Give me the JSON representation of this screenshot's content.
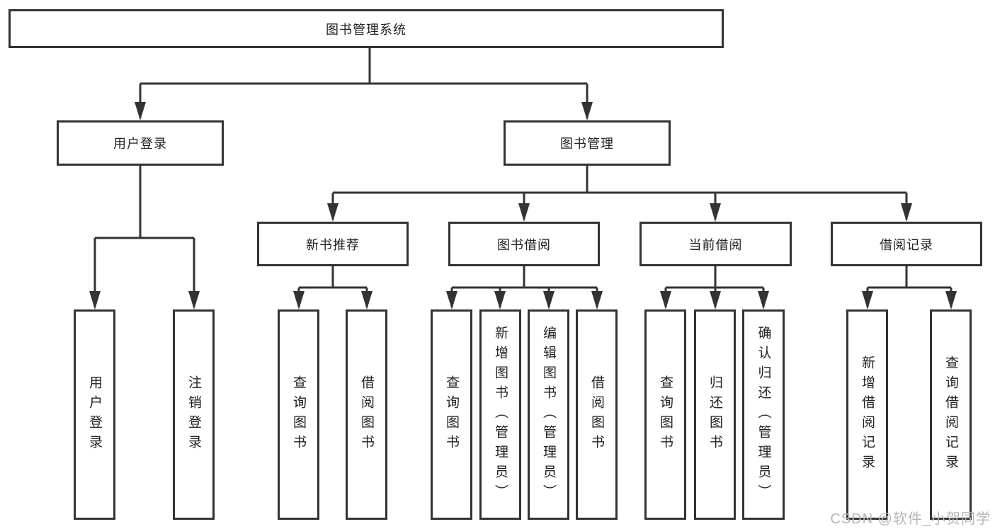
{
  "tree": {
    "root": "图书管理系统",
    "children": [
      {
        "label": "用户登录",
        "children": [
          "用户登录",
          "注销登录"
        ]
      },
      {
        "label": "图书管理",
        "children": [
          {
            "label": "新书推荐",
            "children": [
              "查询图书",
              "借阅图书"
            ]
          },
          {
            "label": "图书借阅",
            "children": [
              "查询图书",
              "新增图书（管理员）",
              "编辑图书（管理员）",
              "借阅图书"
            ]
          },
          {
            "label": "当前借阅",
            "children": [
              "查询图书",
              "归还图书",
              "确认归还（管理员）"
            ]
          },
          {
            "label": "借阅记录",
            "children": [
              "新增借阅记录",
              "查询借阅记录"
            ]
          }
        ]
      }
    ]
  },
  "watermark": {
    "text": "CSDN @软件_小贺同学"
  },
  "colors": {
    "line": "#333333",
    "box_border": "#333333",
    "text": "#222222",
    "background": "#ffffff",
    "watermark": "#b5b5b5"
  }
}
